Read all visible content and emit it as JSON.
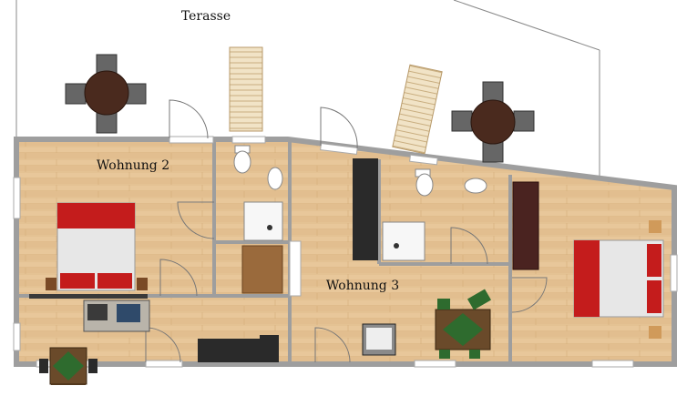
{
  "labels": {
    "terrace": "Terasse",
    "apartment_2": "Wohnung 2",
    "apartment_3": "Wohnung 3"
  },
  "colors": {
    "floor": "#e8c79a",
    "wall": "#9e9e9e",
    "bed_red": "#c41c1c",
    "table_green": "#2e6b2e",
    "dark_furniture": "#2a2a2a",
    "wardrobe": "#4a2320",
    "cabinet_wood": "#9a6a3c",
    "table_wood": "#6a4a2a"
  }
}
